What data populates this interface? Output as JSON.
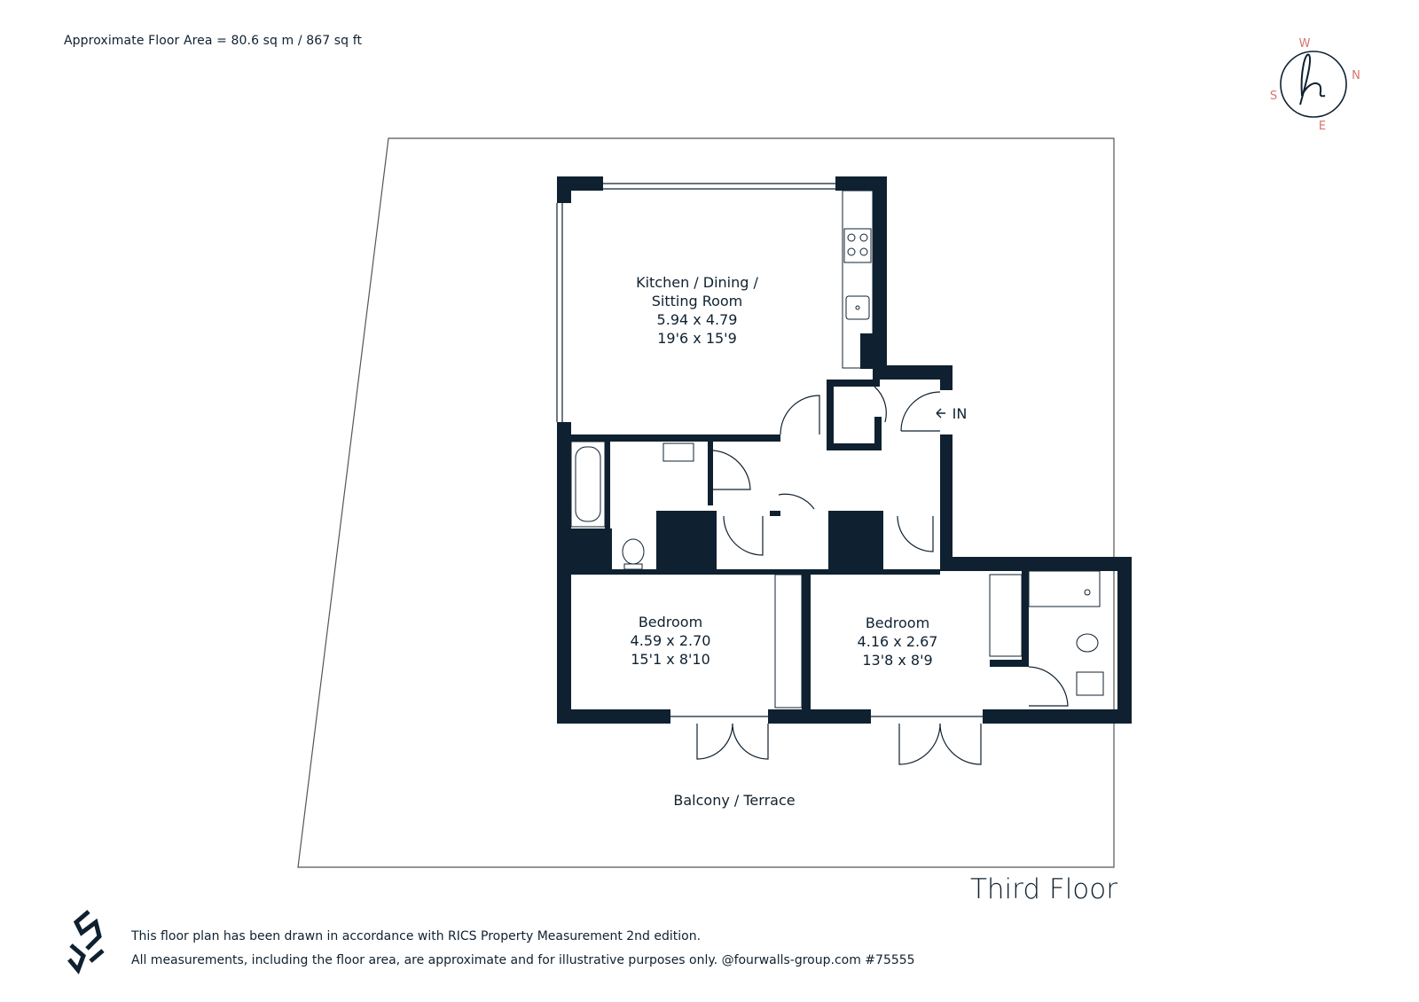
{
  "header": {
    "floor_area": "Approximate Floor Area = 80.6 sq m / 867 sq ft"
  },
  "compass": {
    "north": "N",
    "south": "S",
    "east": "E",
    "west": "W",
    "accent_color": "#d9736e"
  },
  "rooms": {
    "kitchen": {
      "name_line1": "Kitchen / Dining /",
      "name_line2": "Sitting Room",
      "metric": "5.94 x 4.79",
      "imperial": "19'6 x 15'9"
    },
    "bedroom1": {
      "name": "Bedroom",
      "metric": "4.59 x 2.70",
      "imperial": "15'1 x 8'10"
    },
    "bedroom2": {
      "name": "Bedroom",
      "metric": "4.16 x 2.67",
      "imperial": "13'8 x 8'9"
    },
    "balcony": {
      "name": "Balcony / Terrace"
    }
  },
  "entrance": {
    "label": "IN"
  },
  "floor_name": "Third Floor",
  "footer": {
    "line1": "This floor plan has been drawn in accordance with RICS Property Measurement 2nd edition.",
    "line2": "All measurements, including the floor area, are approximate and for illustrative purposes only. @fourwalls-group.com #75555"
  },
  "colors": {
    "wall": "#0f2130",
    "outline": "#444444"
  }
}
